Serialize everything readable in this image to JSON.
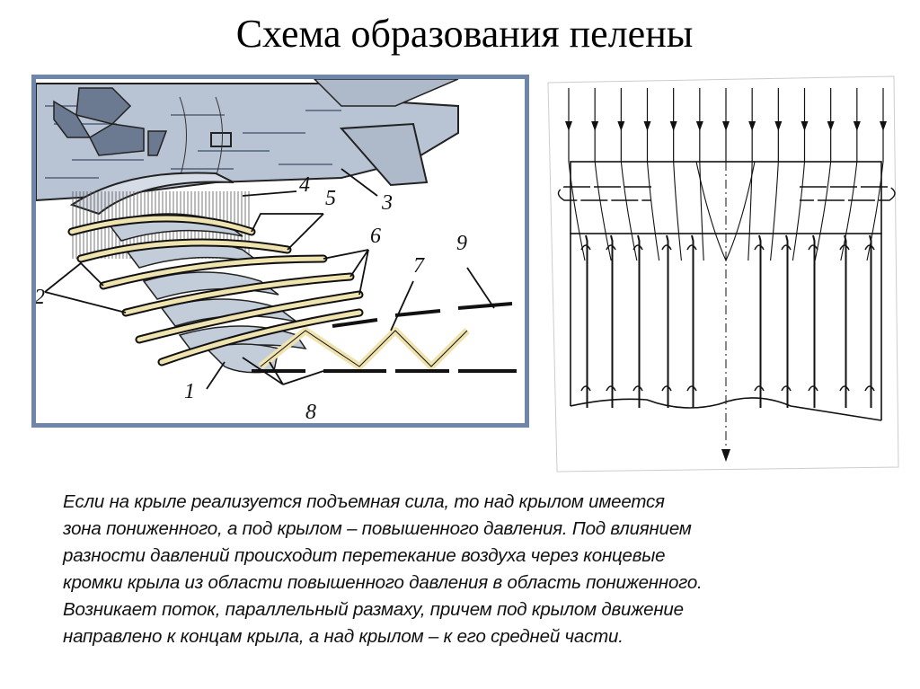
{
  "title": "Схема образования пелены",
  "left_figure": {
    "description": "Wing vortex sheet formation illustration",
    "labels": [
      "1",
      "2",
      "3",
      "4",
      "5",
      "6",
      "7",
      "8",
      "9"
    ],
    "colors": {
      "frame": "#6f86ab",
      "fuselage": "#b8c3d3",
      "windows": "#6b7a90",
      "flow_arrow": "#efe3b0"
    }
  },
  "right_figure": {
    "description": "Flow lines over and under wing, plan view",
    "incoming_arrow_count": 13
  },
  "caption": {
    "lines": [
      "Если на крыле реализуется подъемная сила, то над крылом имеется",
      "зона пониженного, а под крылом – повышенного давления. Под влиянием",
      "разности давлений происходит перетекание воздуха через концевые",
      "кромки крыла из области повышенного давления в область пониженного.",
      "Возникает поток, параллельный размаху, причем под крылом движение",
      "направлено к концам крыла, а над крылом – к его средней части."
    ]
  }
}
